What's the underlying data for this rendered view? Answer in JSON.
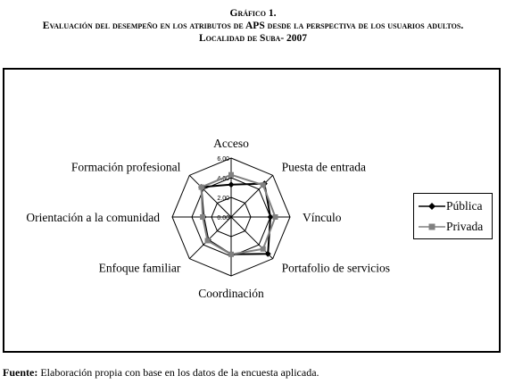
{
  "heading": {
    "line1": "Gráfico 1.",
    "line2": "Evaluación del desempeño en los atributos de APS desde la perspectiva de los usuarios adultos.",
    "line3": "Localidad de Suba- 2007"
  },
  "chart_data": {
    "type": "radar",
    "categories": [
      "Acceso",
      "Puesta de entrada",
      "Vínculo",
      "Portafolio de servicios",
      "Coordinación",
      "Enfoque familiar",
      "Orientación a la comunidad",
      "Formación profesional"
    ],
    "ticks": [
      "6.00",
      "4.00",
      "2.00",
      "0.00"
    ],
    "range": [
      0,
      6
    ],
    "series": [
      {
        "name": "Pública",
        "color": "#000000",
        "marker": "diamond",
        "values": [
          3.3,
          4.8,
          4.0,
          5.3,
          3.8,
          3.3,
          2.8,
          4.3
        ]
      },
      {
        "name": "Privada",
        "color": "#808080",
        "marker": "square",
        "values": [
          4.3,
          4.6,
          4.5,
          4.6,
          3.8,
          3.4,
          2.9,
          4.3
        ]
      }
    ],
    "legend_position": "right"
  },
  "source": {
    "label": "Fuente:",
    "text": " Elaboración propia con base en los datos de la encuesta aplicada."
  }
}
